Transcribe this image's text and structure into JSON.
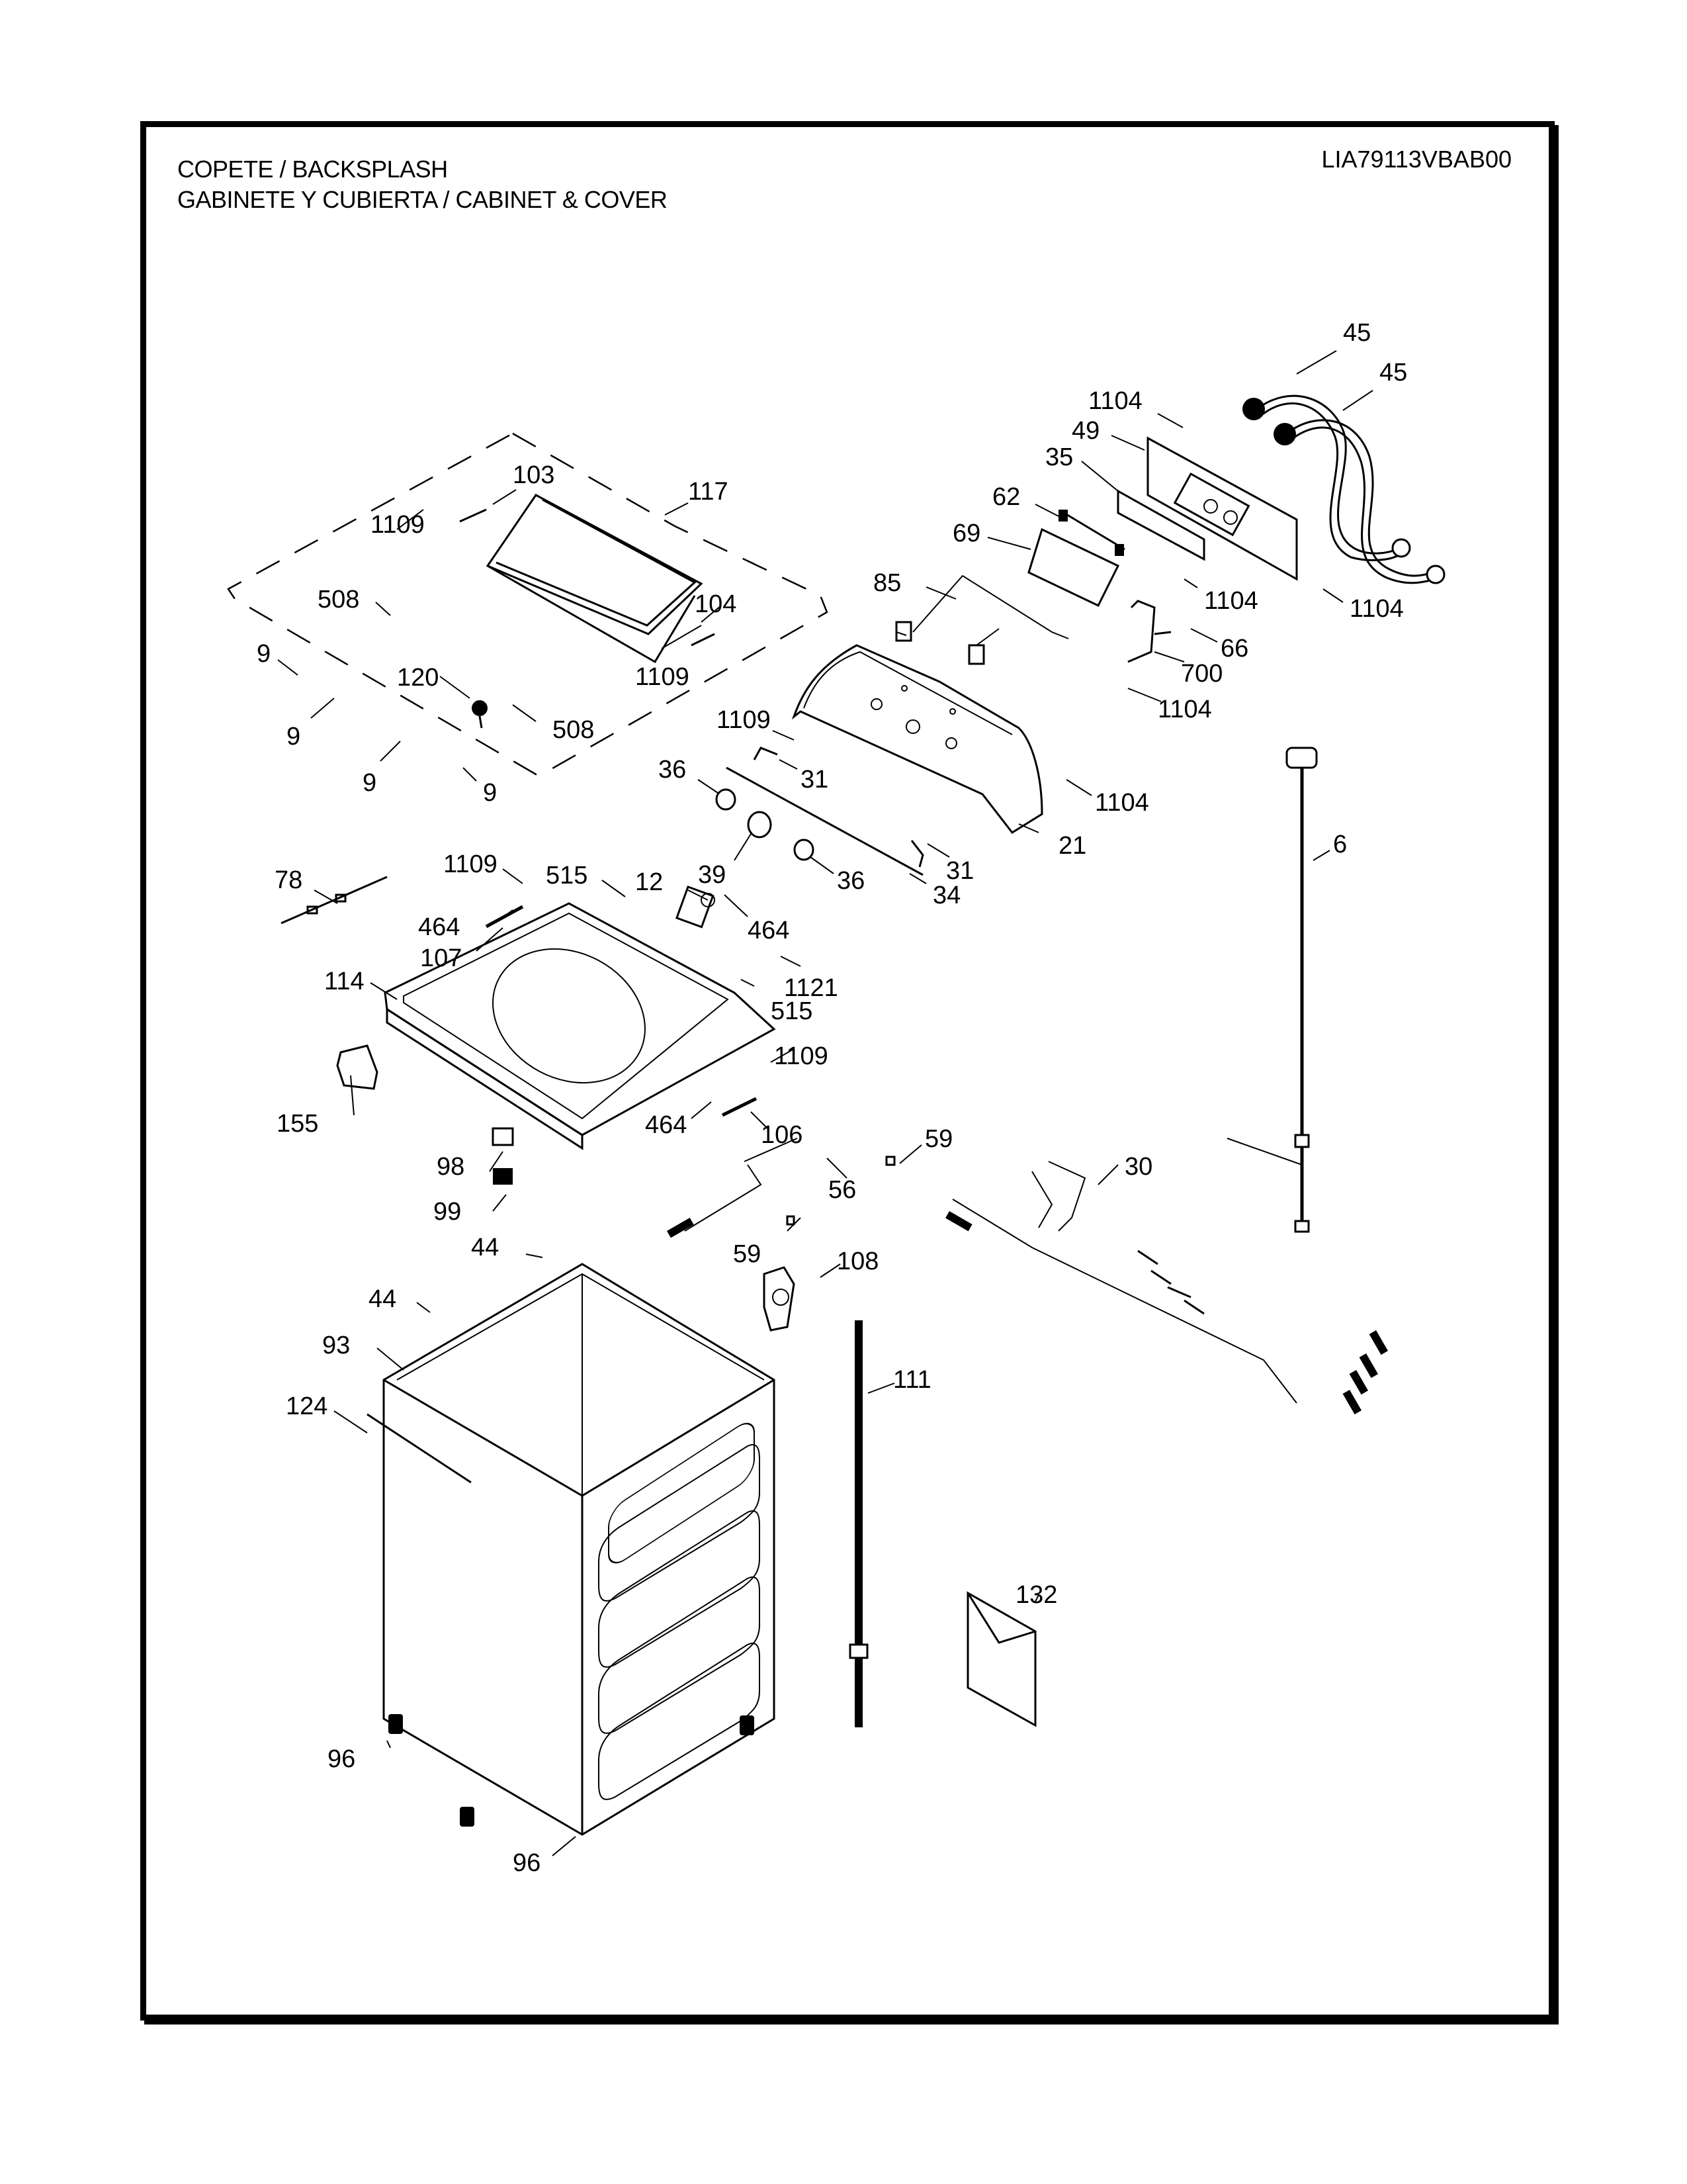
{
  "header": {
    "title_line1": "COPETE / BACKSPLASH",
    "title_line2": "GABINETE Y CUBIERTA / CABINET & COVER",
    "model_number": "LIA79113VBAB00"
  },
  "callouts": [
    {
      "label": "45"
    },
    {
      "label": "45"
    },
    {
      "label": "1104"
    },
    {
      "label": "49"
    },
    {
      "label": "35"
    },
    {
      "label": "62"
    },
    {
      "label": "69"
    },
    {
      "label": "85"
    },
    {
      "label": "1104"
    },
    {
      "label": "1104"
    },
    {
      "label": "66"
    },
    {
      "label": "700"
    },
    {
      "label": "1104"
    },
    {
      "label": "1104"
    },
    {
      "label": "21"
    },
    {
      "label": "1109"
    },
    {
      "label": "31"
    },
    {
      "label": "31"
    },
    {
      "label": "36"
    },
    {
      "label": "39"
    },
    {
      "label": "36"
    },
    {
      "label": "34"
    },
    {
      "label": "117"
    },
    {
      "label": "103"
    },
    {
      "label": "1109"
    },
    {
      "label": "508"
    },
    {
      "label": "104"
    },
    {
      "label": "1109"
    },
    {
      "label": "9"
    },
    {
      "label": "120"
    },
    {
      "label": "508"
    },
    {
      "label": "9"
    },
    {
      "label": "9"
    },
    {
      "label": "9"
    },
    {
      "label": "6"
    },
    {
      "label": "78"
    },
    {
      "label": "1109"
    },
    {
      "label": "515"
    },
    {
      "label": "12"
    },
    {
      "label": "464"
    },
    {
      "label": "464"
    },
    {
      "label": "107"
    },
    {
      "label": "1121"
    },
    {
      "label": "114"
    },
    {
      "label": "515"
    },
    {
      "label": "1109"
    },
    {
      "label": "155"
    },
    {
      "label": "464"
    },
    {
      "label": "106"
    },
    {
      "label": "59"
    },
    {
      "label": "98"
    },
    {
      "label": "56"
    },
    {
      "label": "30"
    },
    {
      "label": "99"
    },
    {
      "label": "59"
    },
    {
      "label": "44"
    },
    {
      "label": "108"
    },
    {
      "label": "44"
    },
    {
      "label": "93"
    },
    {
      "label": "111"
    },
    {
      "label": "124"
    },
    {
      "label": "132"
    },
    {
      "label": "96"
    },
    {
      "label": "96"
    }
  ]
}
